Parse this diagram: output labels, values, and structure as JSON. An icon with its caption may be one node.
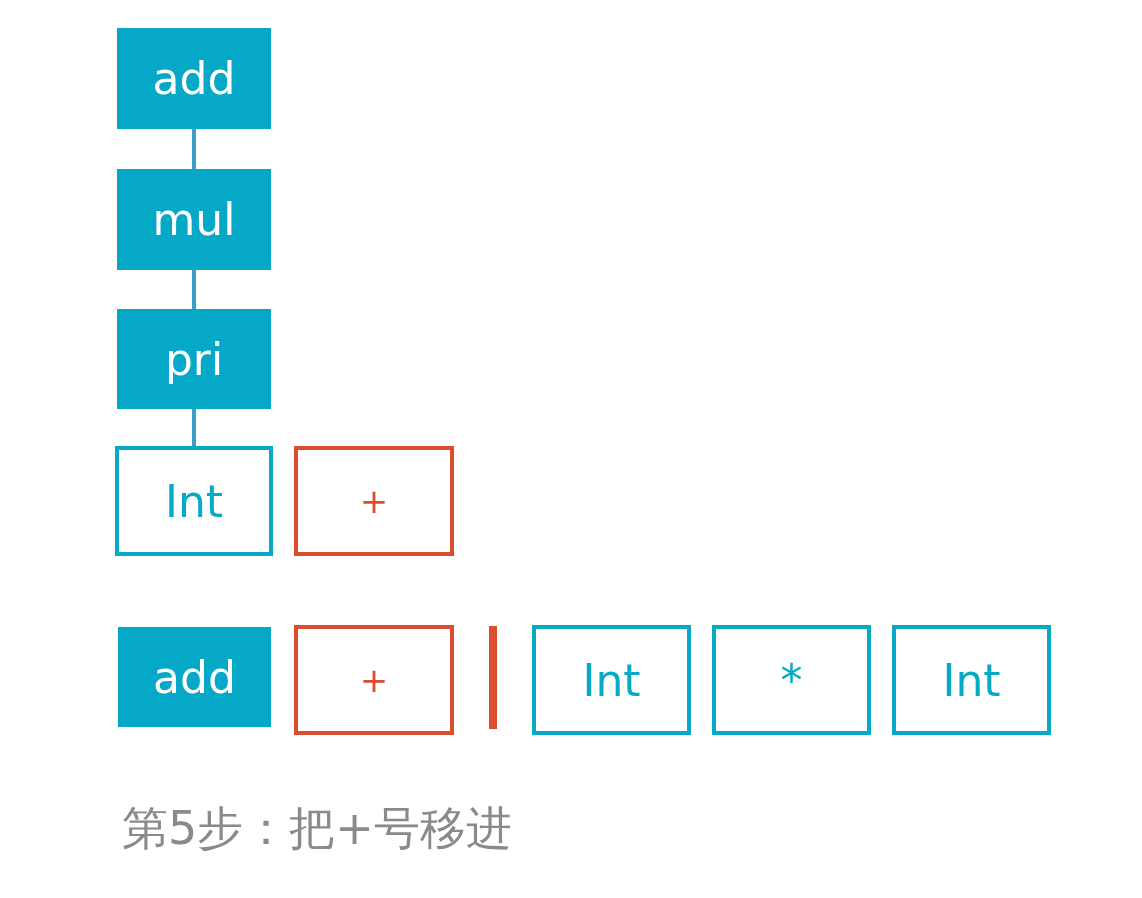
{
  "diagram": {
    "caption": "第5步：把+号移进",
    "nodes": [
      {
        "text": [
          "add"
        ]
      },
      {
        "text": [
          "mul"
        ]
      },
      {
        "text": [
          "pri"
        ]
      },
      {
        "text": [
          "Int"
        ]
      },
      {
        "text": [
          "+"
        ]
      },
      {
        "text": [
          "add"
        ]
      },
      {
        "text": [
          "+"
        ]
      },
      {
        "text": [
          "Int"
        ]
      },
      {
        "text": [
          "*"
        ]
      },
      {
        "text": [
          "Int"
        ]
      }
    ],
    "edges": [
      {
        "from": 0,
        "to": 1,
        "arrow": "none"
      },
      {
        "from": 1,
        "to": 2,
        "arrow": "none"
      },
      {
        "from": 2,
        "to": 3,
        "arrow": "none"
      }
    ]
  }
}
